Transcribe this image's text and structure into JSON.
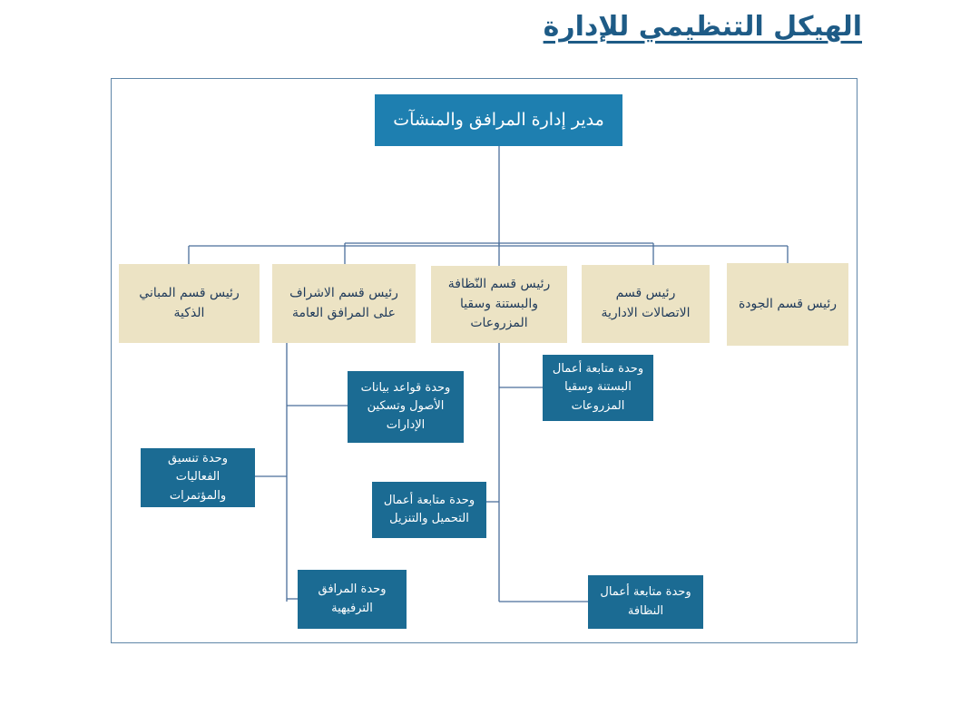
{
  "title": "الهيكل التنظيمي للإدارة",
  "director": "مدير إدارة المرافق والمنشآت",
  "heads": [
    {
      "label": "رئيس قسم الجودة"
    },
    {
      "label": "رئيس قسم الاتصالات الادارية"
    },
    {
      "label": "رئيس قسم النّظافة والبستنة وسقيا المزروعات"
    },
    {
      "label": "رئيس قسم الاشراف على المرافق العامة"
    },
    {
      "label": "رئيس قسم المباني الذكية"
    }
  ],
  "units": [
    {
      "label": "وحدة متابعة أعمال البستنة وسقيا المزروعات"
    },
    {
      "label": "وحدة متابعة أعمال التحميل والتنزيل"
    },
    {
      "label": "وحدة متابعة أعمال النظافة"
    },
    {
      "label": "وحدة قواعد بيانات الأصول وتسكين الإدارات"
    },
    {
      "label": "وحدة تنسيق الفعاليات والمؤتمرات"
    },
    {
      "label": "وحدة المرافق الترفيهية"
    }
  ],
  "colors": {
    "title": "#1e5b86",
    "director_fill": "#1e7fb0",
    "head_fill": "#ece3c4",
    "unit_fill": "#1b6b93",
    "line": "#4a6e9a"
  }
}
